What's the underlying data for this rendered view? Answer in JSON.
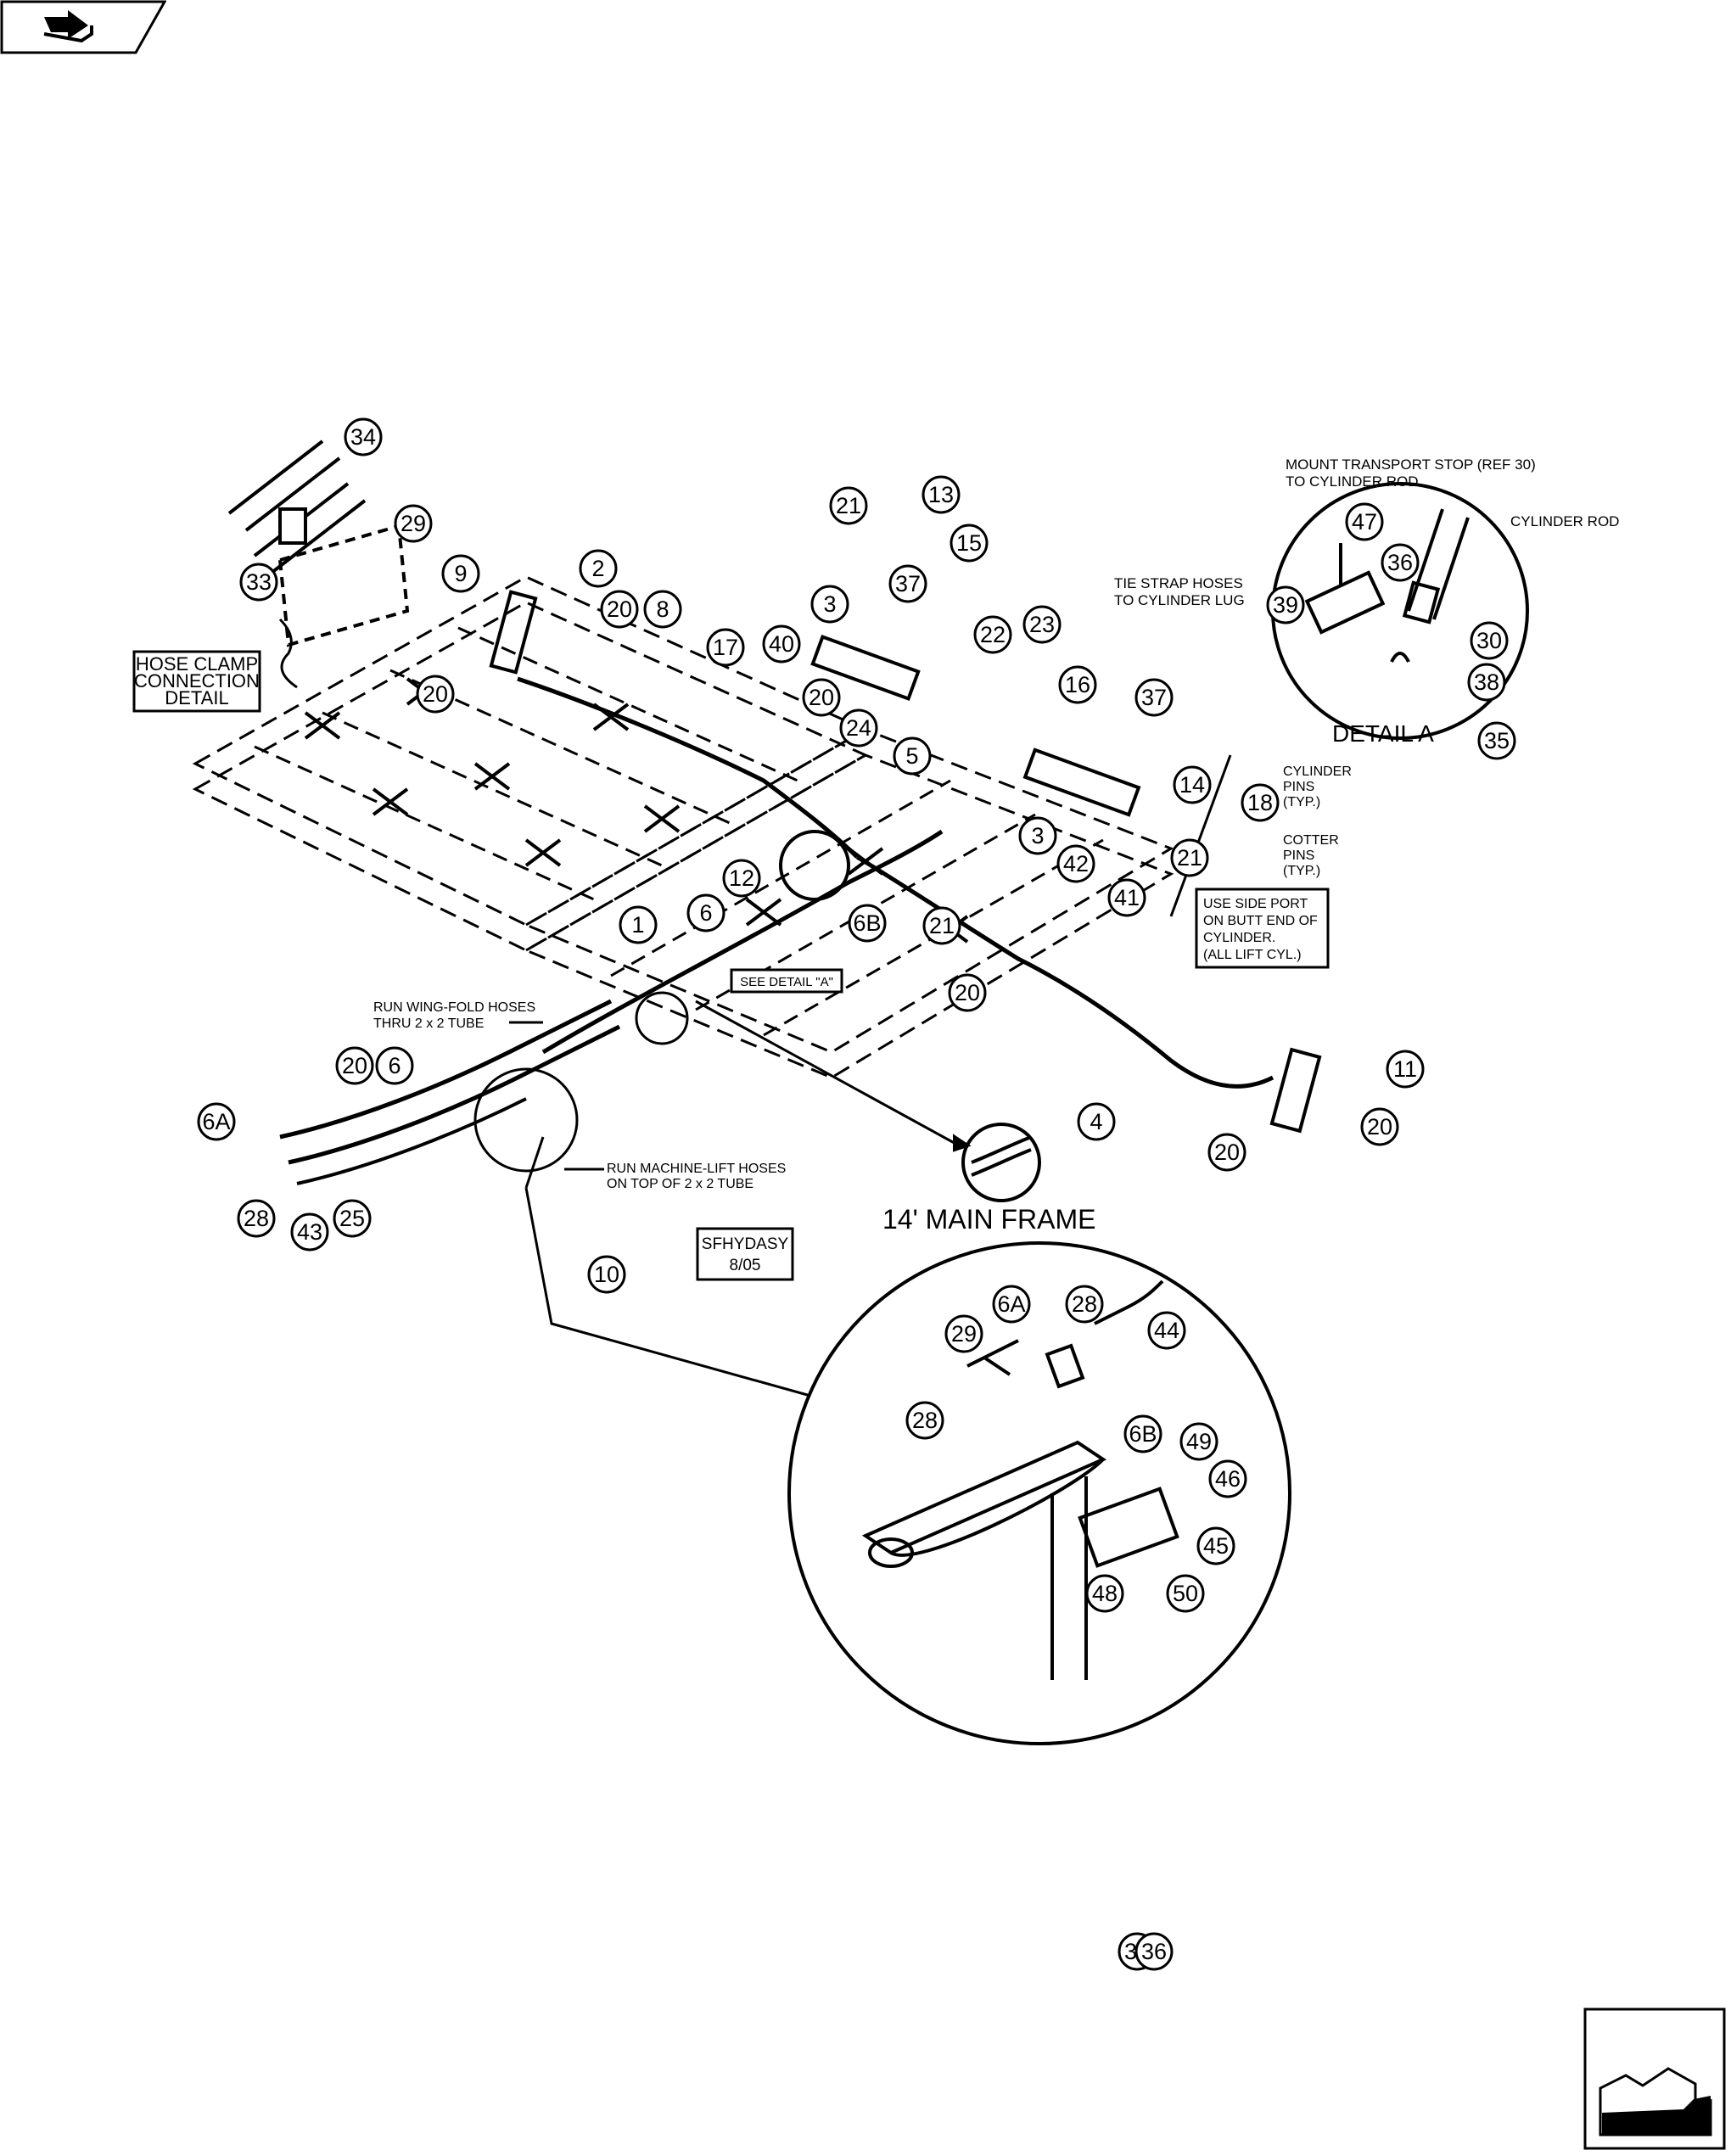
{
  "navigation": {
    "prev_icon": "back-arrow-icon",
    "next_icon": "forward-arrow-icon"
  },
  "drawing": {
    "main_frame_title": "14' MAIN FRAME",
    "detail_a_title": "DETAIL  A",
    "drawing_id": "SFHYDASY",
    "drawing_date": "8/05",
    "notes": {
      "hose_clamp": [
        "HOSE CLAMP",
        "CONNECTION",
        "DETAIL"
      ],
      "mount_stop": [
        "MOUNT TRANSPORT STOP (REF 30)",
        "TO CYLINDER ROD"
      ],
      "cylinder_rod": "CYLINDER ROD",
      "tie_strap": [
        "TIE STRAP HOSES",
        "TO CYLINDER LUG"
      ],
      "cylinder_pins": [
        "CYLINDER",
        "PINS",
        "(TYP.)"
      ],
      "cotter_pins": [
        "COTTER",
        "PINS",
        "(TYP.)"
      ],
      "side_port": [
        "USE SIDE PORT",
        "ON BUTT END OF",
        "CYLINDER.",
        "(ALL LIFT CYL.)"
      ],
      "see_detail": "SEE DETAIL \"A\"",
      "wing_fold": [
        "RUN WING-FOLD HOSES",
        "THRU 2 x 2 TUBE"
      ],
      "machine_lift": [
        "RUN MACHINE-LIFT HOSES",
        "ON TOP OF 2 x 2 TUBE"
      ]
    },
    "callouts": [
      "34",
      "29",
      "33",
      "9",
      "2",
      "20",
      "8",
      "20",
      "21",
      "13",
      "15",
      "37",
      "3",
      "17",
      "40",
      "20",
      "24",
      "22",
      "23",
      "16",
      "37",
      "5",
      "14",
      "18",
      "21",
      "42",
      "3",
      "21",
      "41",
      "1",
      "6",
      "6B",
      "12",
      "20",
      "20",
      "6",
      "6A",
      "28",
      "43",
      "25",
      "4",
      "11",
      "20",
      "20",
      "10",
      "29",
      "6A",
      "28",
      "44",
      "28",
      "6B",
      "49",
      "46",
      "45",
      "48",
      "50",
      "47",
      "36",
      "39",
      "30",
      "38",
      "35",
      "32",
      "36"
    ]
  }
}
